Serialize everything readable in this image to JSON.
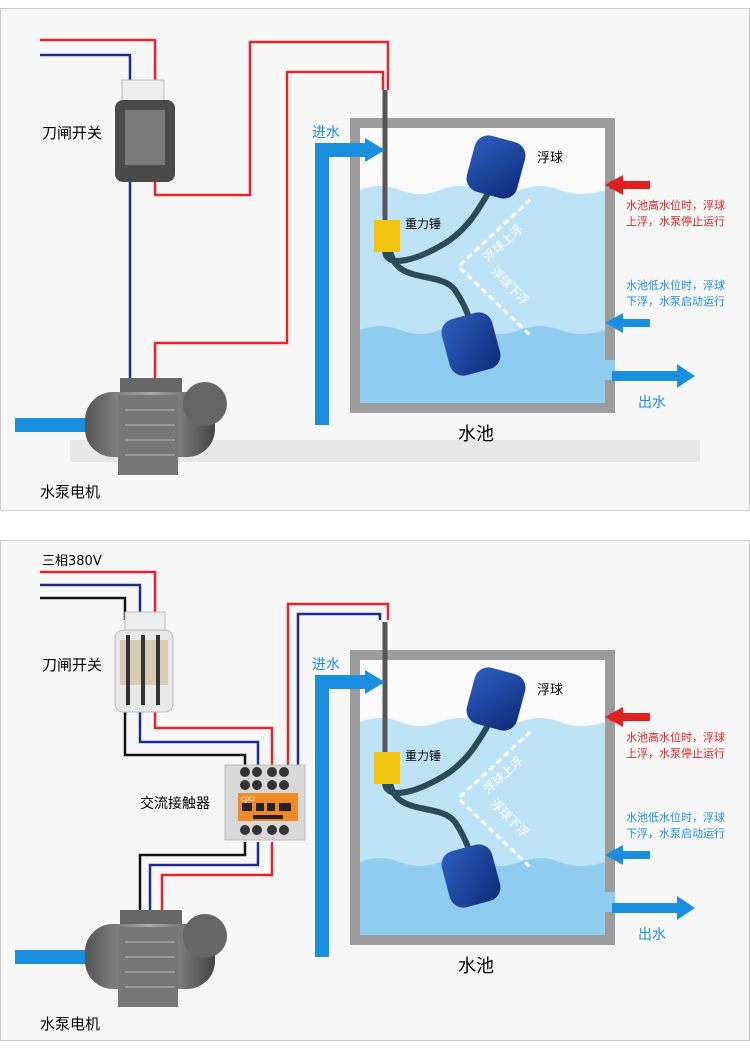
{
  "panel1": {
    "switch_label": "刀闸开关",
    "inlet_label": "进水",
    "float_label": "浮球",
    "weight_label": "重力锤",
    "float_up": "浮球上浮",
    "float_down": "浮球下浮",
    "high_note_1": "水池高水位时，浮球",
    "high_note_2": "上浮，水泵停止运行",
    "low_note_1": "水池低水位时，浮球",
    "low_note_2": "下浮，水泵启动运行",
    "outlet_label": "出水",
    "tank_label": "水池",
    "pump_label": "水泵电机"
  },
  "panel2": {
    "power_label": "三相380V",
    "switch_label": "刀闸开关",
    "contactor_label": "交流接触器",
    "contactor_model": "CJX2",
    "inlet_label": "进水",
    "float_label": "浮球",
    "weight_label": "重力锤",
    "float_up": "浮球上浮",
    "float_down": "浮球下浮",
    "high_note_1": "水池高水位时，浮球",
    "high_note_2": "上浮，水泵停止运行",
    "low_note_1": "水池低水位时，浮球",
    "low_note_2": "下浮，水泵启动运行",
    "outlet_label": "出水",
    "tank_label": "水池",
    "pump_label": "水泵电机"
  },
  "colors": {
    "red_wire": "#e8232a",
    "blue_wire": "#1c2d8f",
    "black_wire": "#111111",
    "pipe": "#1a8fe0",
    "note_red": "#e02020",
    "note_blue": "#1a8fe0"
  }
}
